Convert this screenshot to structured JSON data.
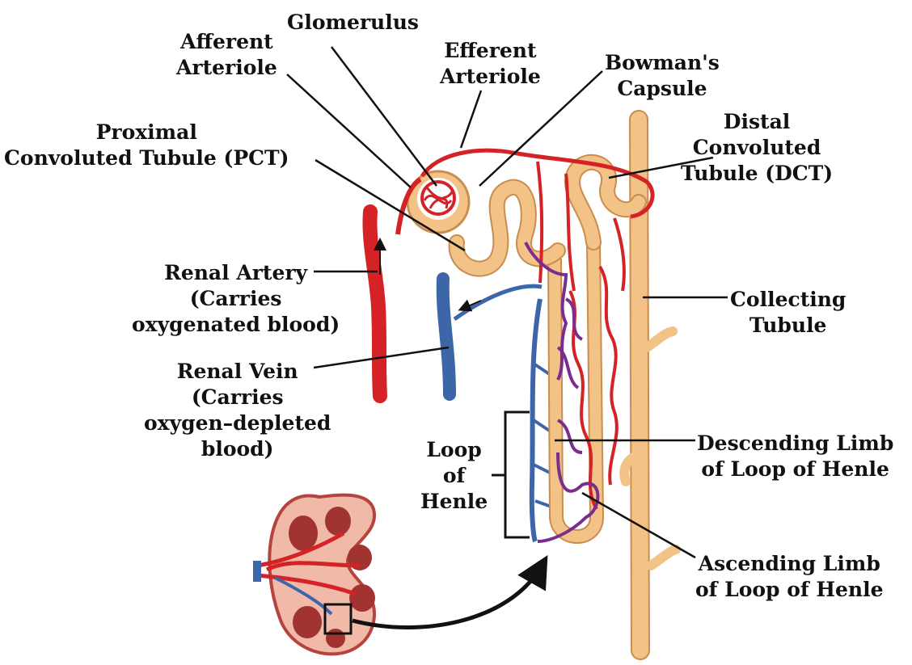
{
  "colors": {
    "artery": "#d42226",
    "vein": "#3d66a8",
    "capillary_purple": "#7b2d8e",
    "tubule": "#f2c287",
    "tubule_edge": "#c98d4e",
    "kidney": "#f0b9a8",
    "kidney_edge": "#b5433e",
    "pyramid": "#a13430",
    "label_line": "#111111"
  },
  "icons": [
    "nephron-illustration",
    "kidney-illustration",
    "curved-arrow-icon",
    "flow-arrow-icon"
  ],
  "labels": {
    "glomerulus": "Glomerulus",
    "afferent_arteriole": "Afferent\nArteriole",
    "efferent_arteriole": "Efferent\nArteriole",
    "bowmans_capsule": "Bowman's\nCapsule",
    "pct": "Proximal\nConvoluted Tubule (PCT)",
    "dct": "Distal\nConvoluted\nTubule (DCT)",
    "renal_artery": "Renal Artery\n(Carries\noxygenated blood)",
    "collecting_tubule": "Collecting\nTubule",
    "renal_vein": "Renal Vein\n(Carries\noxygen–depleted\nblood)",
    "loop_of_henle": "Loop\nof\nHenle",
    "descending_limb": "Descending Limb\nof Loop of Henle",
    "ascending_limb": "Ascending Limb\nof Loop of Henle"
  }
}
